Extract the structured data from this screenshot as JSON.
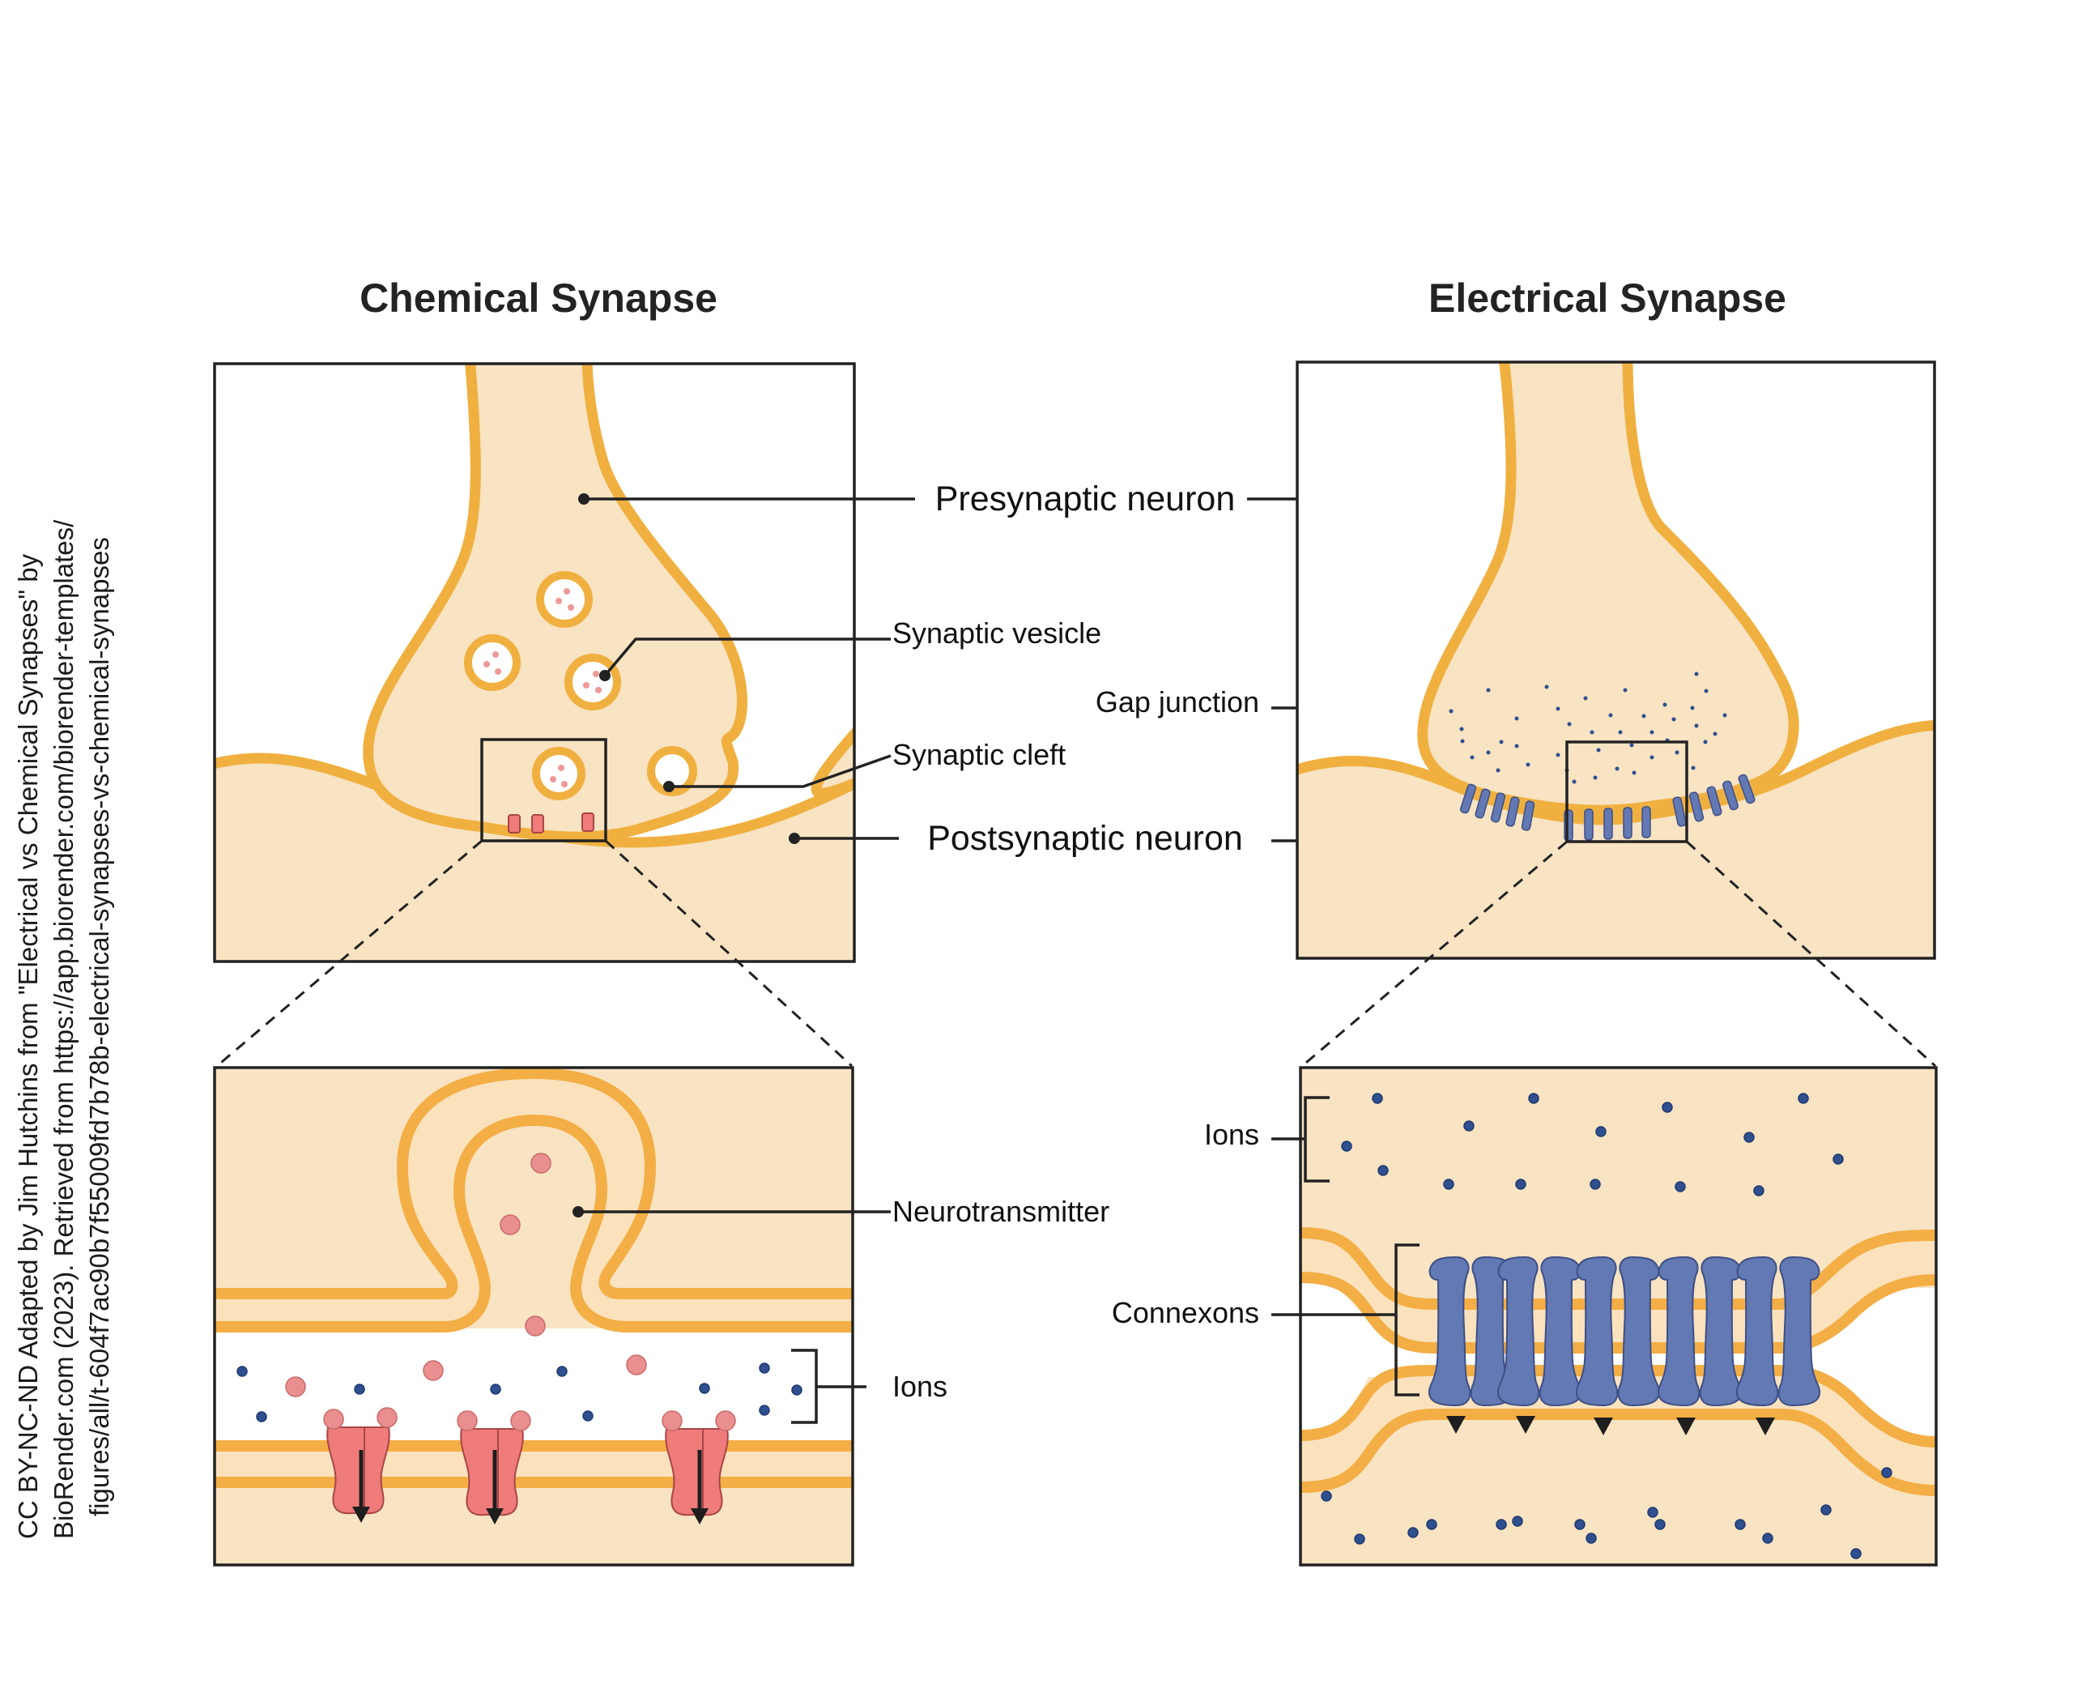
{
  "credit": {
    "line1": "CC BY-NC-ND Adapted by Jim Hutchins  from \"Electrical vs Chemical Synapses\" by",
    "line2": "BioRender.com (2023). Retrieved from https://app.biorender.com/biorender-templates/",
    "line3": "figures/all/t-604f7ac90b7f55009fd7b78b-electrical-synapses-vs-chemical-synapses"
  },
  "chemical": {
    "title": "Chemical Synapse",
    "labels": {
      "synaptic_vesicle": "Synaptic vesicle",
      "synaptic_cleft": "Synaptic cleft",
      "neurotransmitter": "Neurotransmitter",
      "ions": "Ions"
    }
  },
  "electrical": {
    "title": "Electrical Synapse",
    "labels": {
      "gap_junction": "Gap junction",
      "ions": "Ions",
      "connexons": "Connexons"
    }
  },
  "shared_labels": {
    "presynaptic": "Presynaptic neuron",
    "postsynaptic": "Postsynaptic neuron"
  },
  "colors": {
    "cell_fill": "#f8e3c2",
    "membrane": "#f0b040",
    "ion": "#2f4f8f",
    "neurotransmitter": "#e98f8f",
    "channel": "#ef7b7b",
    "connexon": "#6379b3"
  }
}
